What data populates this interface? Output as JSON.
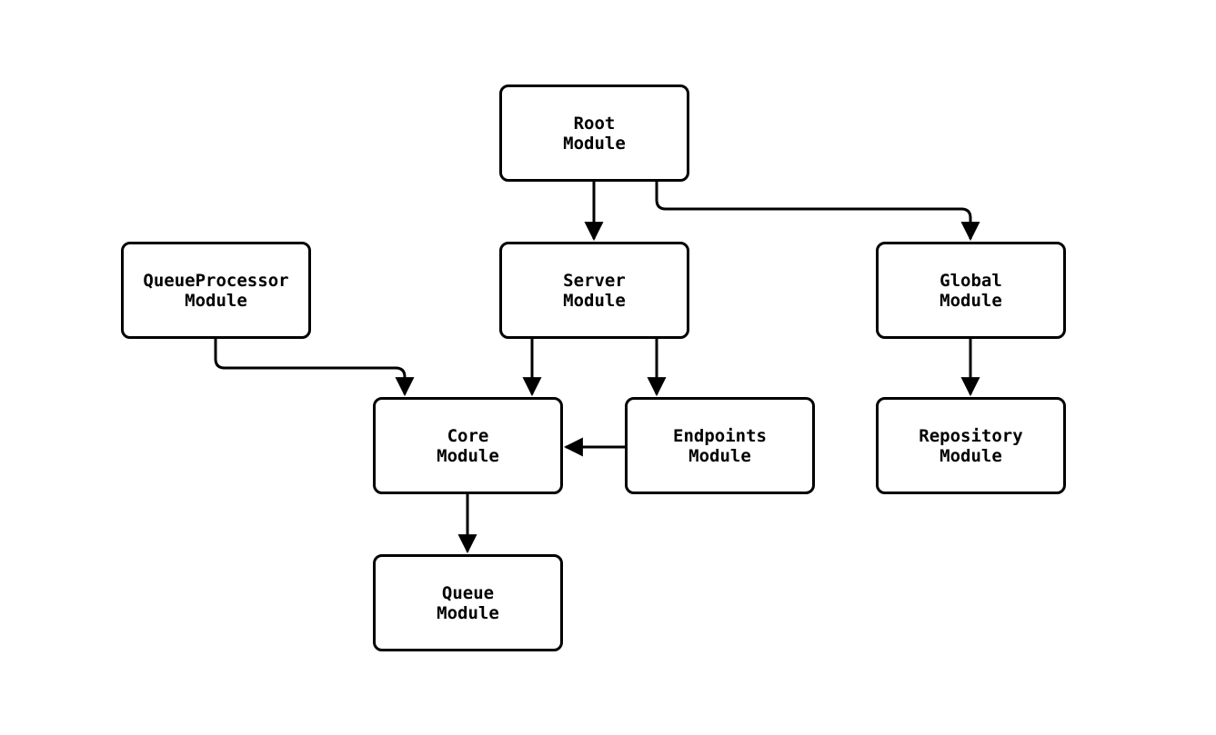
{
  "diagram": {
    "type": "flowchart",
    "nodes": [
      {
        "id": "root",
        "label": "Root\nModule"
      },
      {
        "id": "queueprocessor",
        "label": "QueueProcessor\nModule"
      },
      {
        "id": "server",
        "label": "Server\nModule"
      },
      {
        "id": "global",
        "label": "Global\nModule"
      },
      {
        "id": "core",
        "label": "Core\nModule"
      },
      {
        "id": "endpoints",
        "label": "Endpoints\nModule"
      },
      {
        "id": "repository",
        "label": "Repository\nModule"
      },
      {
        "id": "queue",
        "label": "Queue\nModule"
      }
    ],
    "edges": [
      {
        "from": "root",
        "to": "server"
      },
      {
        "from": "root",
        "to": "global"
      },
      {
        "from": "queueprocessor",
        "to": "core"
      },
      {
        "from": "server",
        "to": "core"
      },
      {
        "from": "server",
        "to": "endpoints"
      },
      {
        "from": "endpoints",
        "to": "core"
      },
      {
        "from": "global",
        "to": "repository"
      },
      {
        "from": "core",
        "to": "queue"
      }
    ],
    "colors": {
      "node_fill": "#ffffff",
      "node_border": "#000000",
      "edge": "#000000",
      "background": "#ffffff"
    }
  }
}
